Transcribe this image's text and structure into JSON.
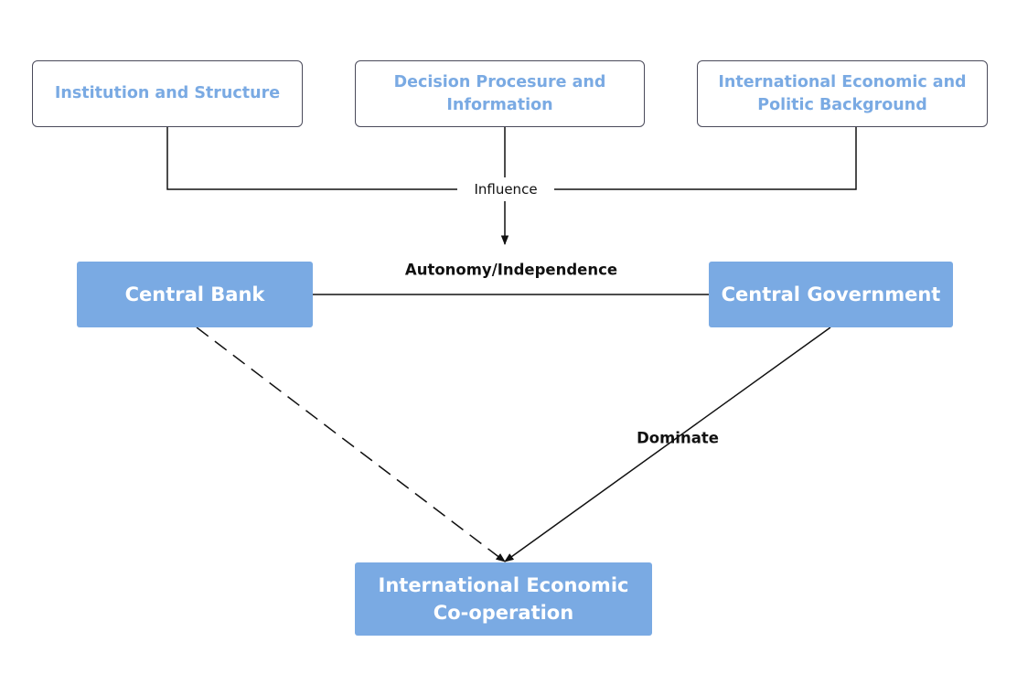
{
  "boxes": {
    "institution": "Institution and Structure",
    "decision": "Decision Procesure and\nInformation",
    "background": "International Economic and\nPolitic Background",
    "central_bank": "Central Bank",
    "central_government": "Central Government",
    "cooperation": "International Economic\nCo-operation"
  },
  "labels": {
    "influence": "Influence",
    "autonomy": "Autonomy/Independence",
    "dominate": "Dominate"
  },
  "colors": {
    "accent_fill": "#7aaae3",
    "outline_text": "#7aaae3",
    "line": "#111111"
  }
}
